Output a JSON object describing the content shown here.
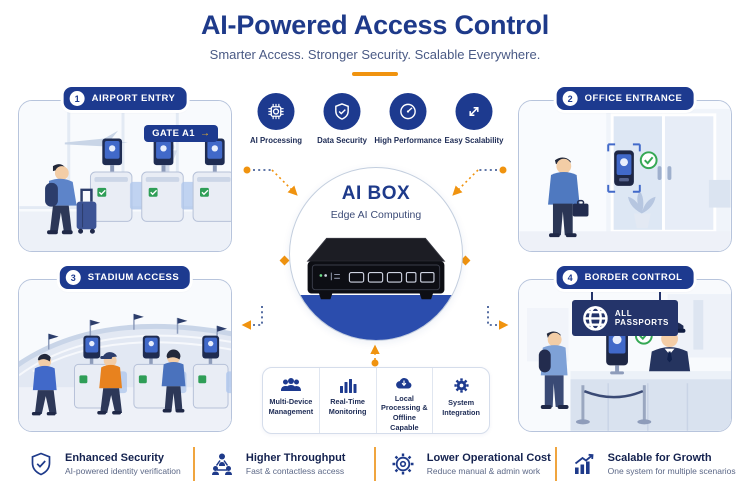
{
  "header": {
    "title": "AI-Powered Access Control",
    "subtitle": "Smarter Access. Stronger Security. Scalable Everywhere."
  },
  "scenarios": [
    {
      "number": "1",
      "label": "AIRPORT ENTRY",
      "badge_text": "GATE A1",
      "badge_arrow": "→"
    },
    {
      "number": "2",
      "label": "OFFICE ENTRANCE"
    },
    {
      "number": "3",
      "label": "STADIUM ACCESS"
    },
    {
      "number": "4",
      "label": "BORDER CONTROL",
      "badge_text": "ALL PASSPORTS"
    }
  ],
  "capabilities_top": [
    {
      "label": "AI Processing",
      "icon": "ai-chip-icon"
    },
    {
      "label": "Data Security",
      "icon": "shield-check-icon"
    },
    {
      "label": "High Performance",
      "icon": "speedometer-icon"
    },
    {
      "label": "Easy Scalability",
      "icon": "expand-arrows-icon"
    }
  ],
  "center": {
    "title": "AI BOX",
    "subtitle": "Edge AI Computing"
  },
  "capabilities_bottom": [
    {
      "label": "Multi-Device Management",
      "icon": "multi-user-icon"
    },
    {
      "label": "Real-Time Monitoring",
      "icon": "bar-chart-icon"
    },
    {
      "label": "Local Processing & Offline Capable",
      "icon": "cloud-download-icon"
    },
    {
      "label": "System Integration",
      "icon": "gear-icon"
    }
  ],
  "benefits": [
    {
      "title": "Enhanced Security",
      "subtitle": "AI-powered identity verification",
      "icon": "shield-check-outline-icon"
    },
    {
      "title": "Higher Throughput",
      "subtitle": "Fast & contactless access",
      "icon": "throughput-network-icon"
    },
    {
      "title": "Lower Operational Cost",
      "subtitle": "Reduce manual & admin work",
      "icon": "gear-outline-icon"
    },
    {
      "title": "Scalable for Growth",
      "subtitle": "One system for multiple scenarios",
      "icon": "growth-chart-icon"
    }
  ],
  "colors": {
    "navy": "#1e3a8a",
    "pill_navy": "#1d3a8f",
    "royal_blue": "#2b4dad",
    "orange_accent": "#f0930f",
    "success_green": "#35a854",
    "text_muted": "#4a5a85"
  }
}
